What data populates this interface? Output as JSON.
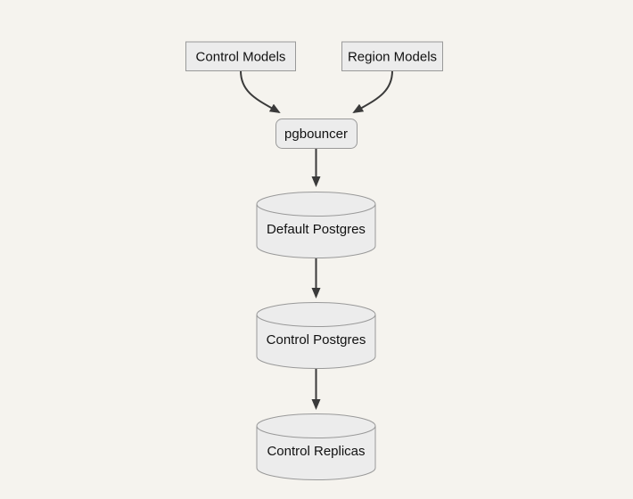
{
  "diagram": {
    "type": "flowchart",
    "direction": "top-down",
    "nodes": {
      "control_models": {
        "label": "Control Models",
        "shape": "rectangle"
      },
      "region_models": {
        "label": "Region Models",
        "shape": "rectangle"
      },
      "pgbouncer": {
        "label": "pgbouncer",
        "shape": "rounded-rectangle"
      },
      "default_postgres": {
        "label": "Default Postgres",
        "shape": "cylinder"
      },
      "control_postgres": {
        "label": "Control Postgres",
        "shape": "cylinder"
      },
      "control_replicas": {
        "label": "Control Replicas",
        "shape": "cylinder"
      }
    },
    "edges": [
      {
        "from": "Control Models",
        "to": "pgbouncer"
      },
      {
        "from": "Region Models",
        "to": "pgbouncer"
      },
      {
        "from": "pgbouncer",
        "to": "Default Postgres"
      },
      {
        "from": "Default Postgres",
        "to": "Control Postgres"
      },
      {
        "from": "Control Postgres",
        "to": "Control Replicas"
      }
    ],
    "colors": {
      "background": "#f5f3ee",
      "node_fill": "#ececec",
      "node_border": "#999999",
      "edge": "#3a3a3a",
      "text": "#111111"
    }
  }
}
